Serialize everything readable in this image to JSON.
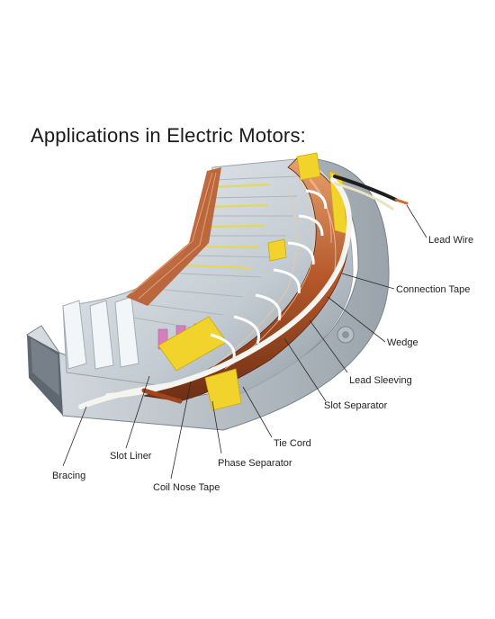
{
  "title": "Applications in Electric Motors:",
  "labels": {
    "lead_wire": "Lead Wire",
    "connection_tape": "Connection Tape",
    "wedge": "Wedge",
    "lead_sleeving": "Lead Sleeving",
    "slot_separator": "Slot Separator",
    "tie_cord": "Tie Cord",
    "phase_separator": "Phase Separator",
    "slot_liner": "Slot Liner",
    "bracing": "Bracing",
    "coil_nose_tape": "Coil Nose Tape"
  }
}
